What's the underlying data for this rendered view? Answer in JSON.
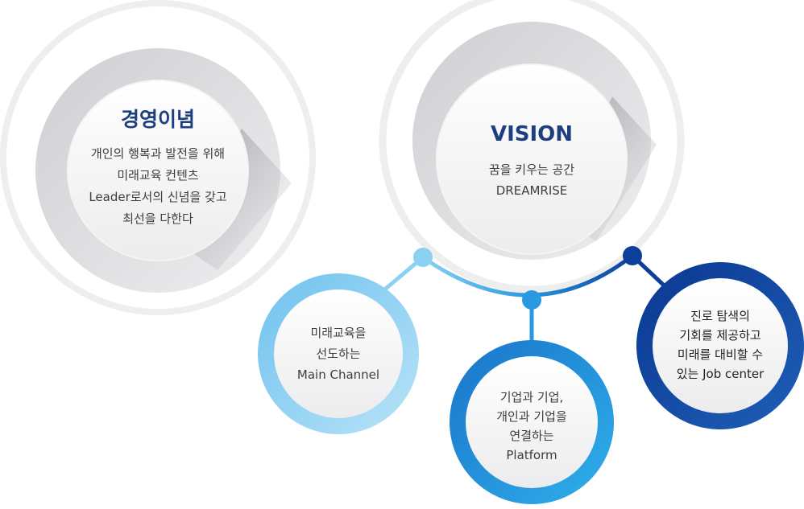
{
  "colors": {
    "ring_gray": "#eeeeef",
    "title_navy": "#1d3f80",
    "light_blue": "#8cd1f2",
    "mid_blue": "#2a9ae0",
    "deep_blue": "#0c3f9a",
    "connector": "#5bb5ea"
  },
  "mission": {
    "title": "경영이념",
    "lines": [
      "개인의 행복과 발전을 위해",
      "미래교육 컨텐츠",
      "Leader로서의 신념을 갖고",
      "최선을 다한다"
    ]
  },
  "vision": {
    "title": "VISION",
    "lines": [
      "꿈을 키우는 공간",
      "DREAMRISE"
    ]
  },
  "nodes": [
    {
      "lines": [
        "미래교육을",
        "선도하는",
        "Main Channel"
      ],
      "color": "light-blue"
    },
    {
      "lines": [
        "기업과 기업,",
        "개인과 기업을",
        "연결하는",
        "Platform"
      ],
      "color": "mid-blue"
    },
    {
      "lines": [
        "진로 탐색의",
        "기회를 제공하고",
        "미래를 대비할 수",
        "있는 Job center"
      ],
      "color": "deep-blue"
    }
  ]
}
